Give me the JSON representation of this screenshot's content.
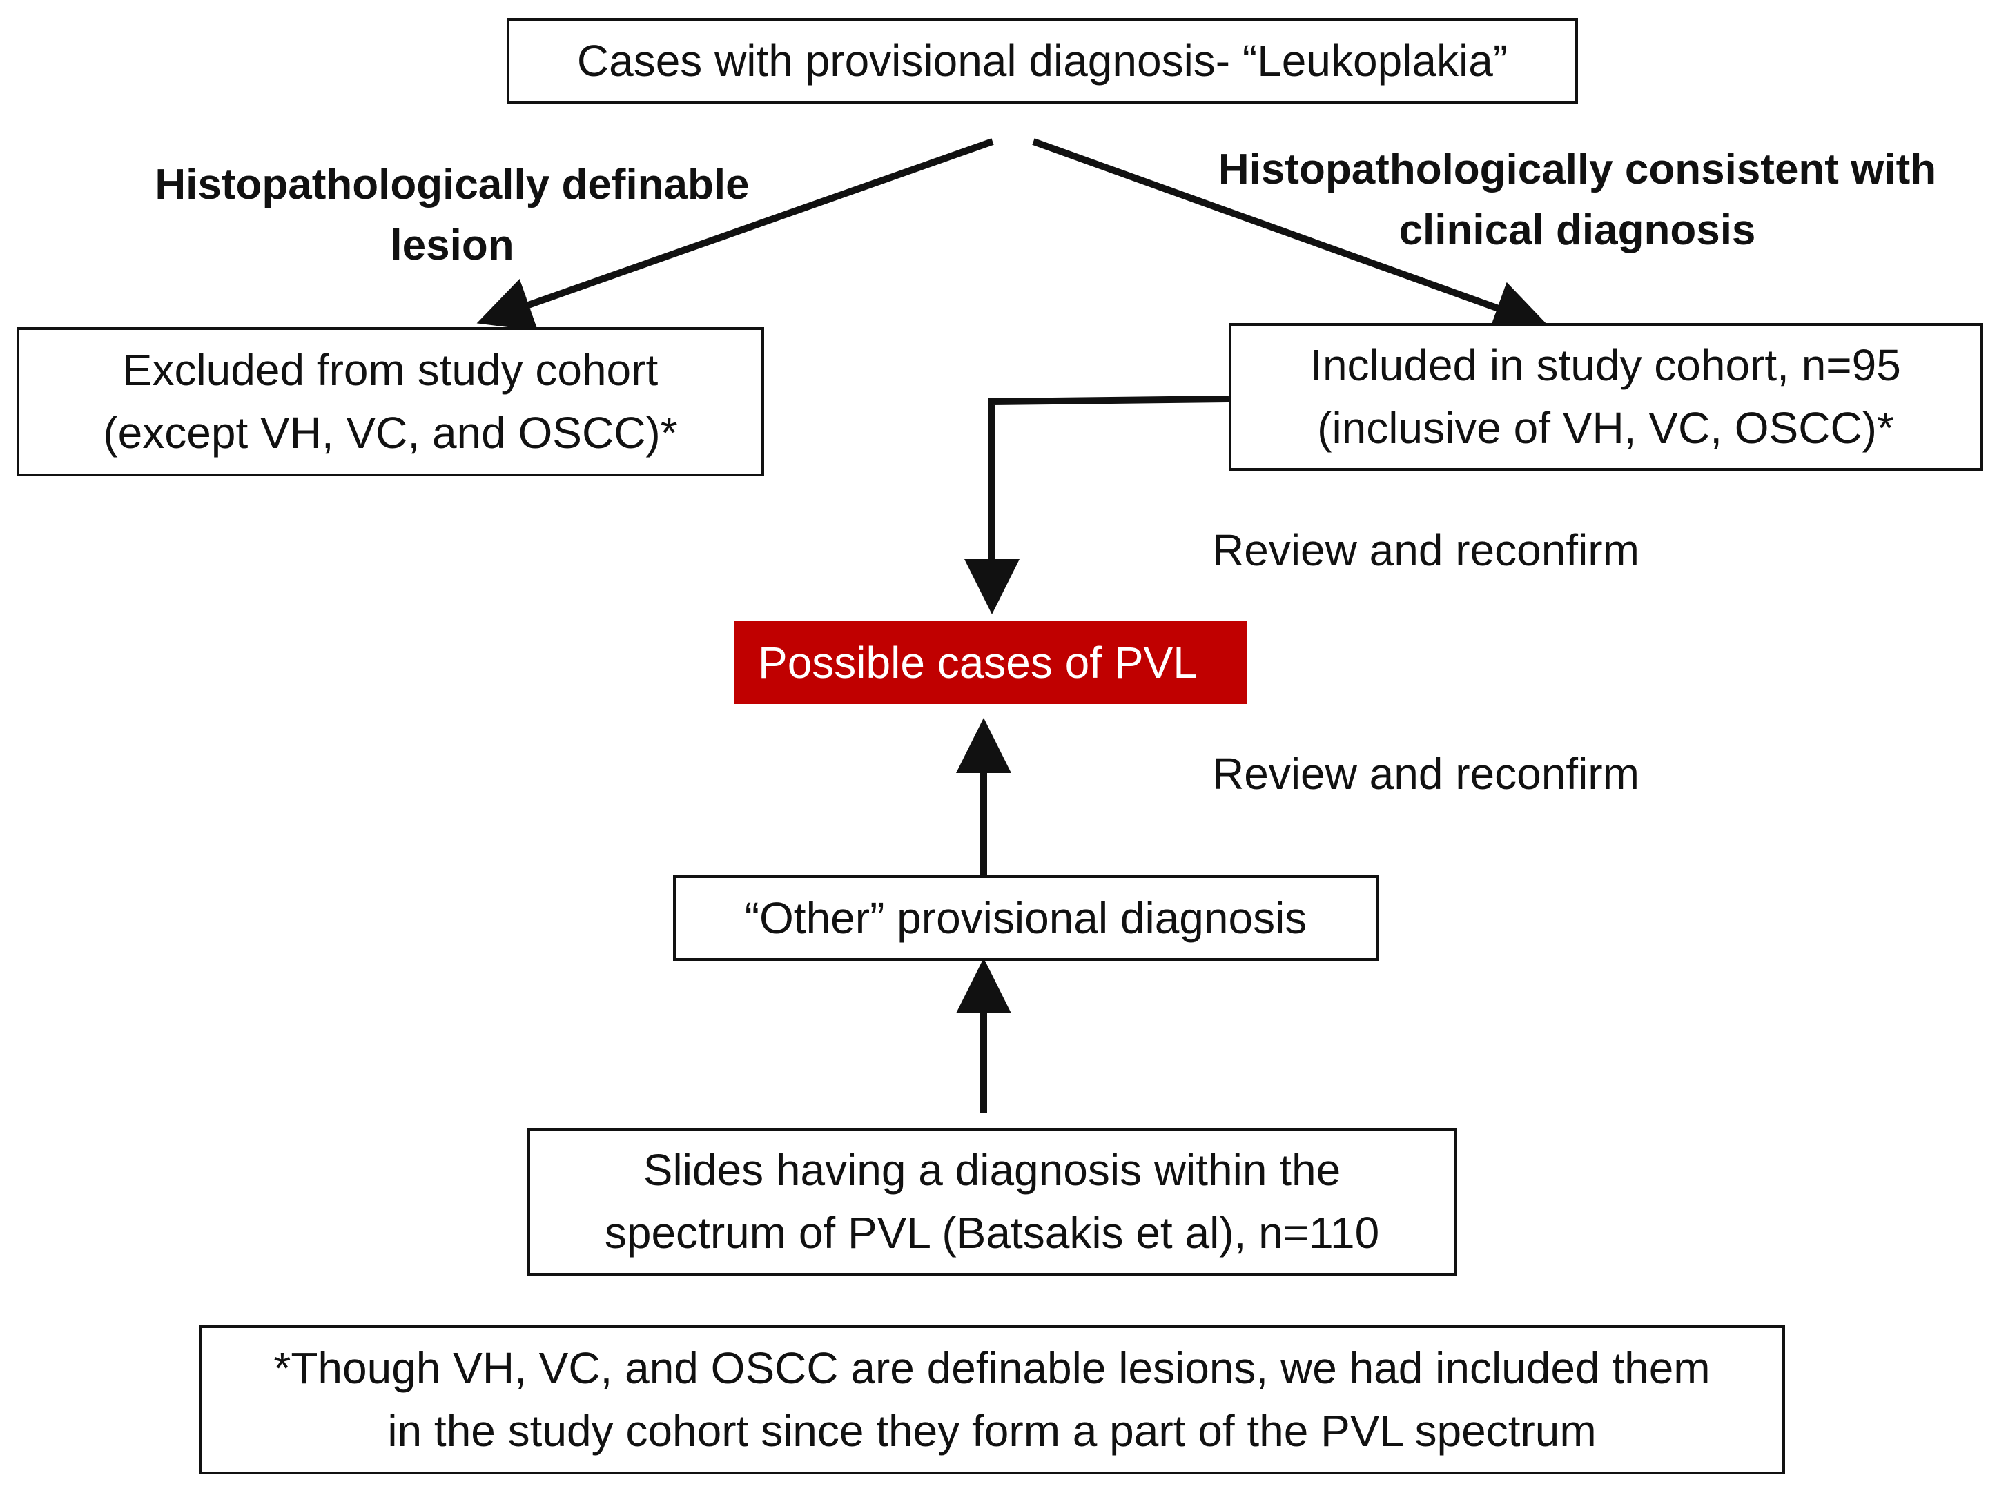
{
  "nodes": {
    "start": "Cases with provisional diagnosis- “Leukoplakia”",
    "excluded": {
      "line1": "Excluded from study cohort",
      "line2": "(except VH, VC, and OSCC)*"
    },
    "included": {
      "line1": "Included in study cohort, n=95",
      "line2": "(inclusive of VH, VC, OSCC)*"
    },
    "pvl": "Possible cases of PVL",
    "other": "“Other” provisional diagnosis",
    "slides": {
      "line1": "Slides having a diagnosis within the",
      "line2": "spectrum of PVL (Batsakis et al), n=110"
    }
  },
  "edge_labels": {
    "left": {
      "line1": "Histopathologically definable",
      "line2": "lesion"
    },
    "right": {
      "line1": "Histopathologically consistent with",
      "line2": "clinical diagnosis"
    },
    "review_top": "Review and reconfirm",
    "review_bottom": "Review and reconfirm"
  },
  "footnote": {
    "line1": "*Though VH, VC, and OSCC are definable lesions, we had included them",
    "line2": "in the study cohort since they form a part of the PVL spectrum"
  },
  "colors": {
    "pvl_fill": "#c00000",
    "stroke": "#111111"
  }
}
